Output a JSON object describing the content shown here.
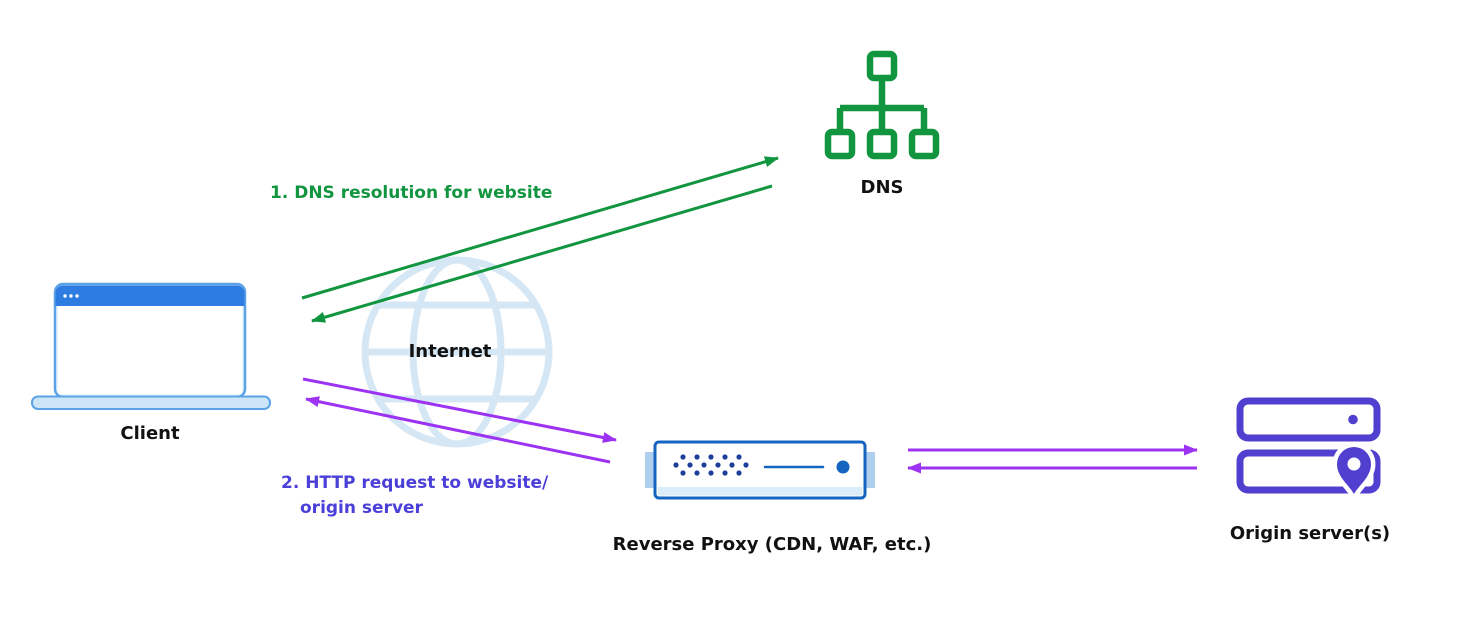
{
  "diagram": {
    "nodes": {
      "client": {
        "label": "Client"
      },
      "internet": {
        "label": "Internet"
      },
      "dns": {
        "label": "DNS"
      },
      "reverse_proxy": {
        "label": "Reverse Proxy (CDN, WAF, etc.)"
      },
      "origin": {
        "label": "Origin server(s)"
      }
    },
    "annotations": {
      "step1": "1. DNS resolution for website",
      "step2_line1": "2. HTTP request to website/",
      "step2_line2": "origin server"
    },
    "icons": {
      "client": "laptop-icon",
      "internet": "globe-icon",
      "dns": "dns-tree-icon",
      "reverse_proxy": "proxy-appliance-icon",
      "origin": "server-stack-location-pin-icon"
    },
    "colors": {
      "green": "#12953f",
      "purple": "#9d33f2",
      "indigo": "#4a3fd8",
      "blue": "#1565c0",
      "blue_dark": "#1d3f9c",
      "light_blue": "#d5e7f5",
      "laptop_blue": "#2d7ce2",
      "laptop_border": "#5ba3e6",
      "laptop_fill": "#e8f4fc",
      "origin_purple": "#5140cf",
      "text": "#111111"
    }
  }
}
